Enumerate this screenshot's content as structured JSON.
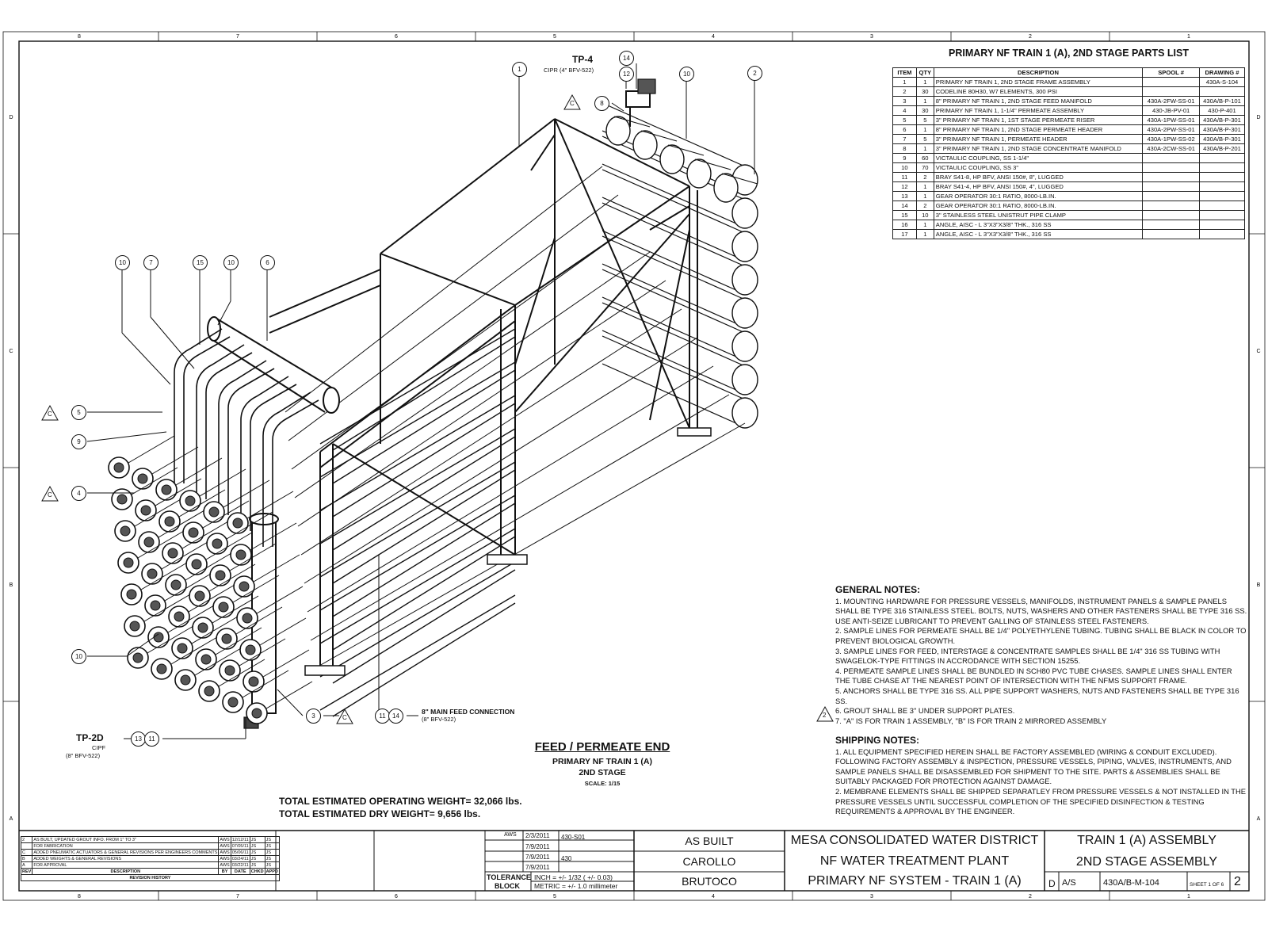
{
  "parts_list": {
    "title": "PRIMARY NF TRAIN 1 (A), 2ND STAGE PARTS LIST",
    "headers": [
      "ITEM",
      "QTY",
      "DESCRIPTION",
      "SPOOL #",
      "DRAWING #"
    ],
    "rows": [
      [
        "1",
        "1",
        "PRIMARY NF TRAIN 1, 2ND STAGE FRAME ASSEMBLY",
        "",
        "430A-S-104"
      ],
      [
        "2",
        "30",
        "CODELINE 80H30, W7 ELEMENTS, 300 PSI",
        "",
        ""
      ],
      [
        "3",
        "1",
        "8\" PRIMARY NF TRAIN 1, 2ND STAGE FEED MANIFOLD",
        "430A-2FW-SS-01",
        "430A/B-P-101"
      ],
      [
        "4",
        "30",
        "PRIMARY NF TRAIN 1, 1-1/4\" PERMEATE ASSEMBLY",
        "430-JB-PV-01",
        "430-P-401"
      ],
      [
        "5",
        "5",
        "3\" PRIMARY NF TRAIN 1, 1ST STAGE PERMEATE RISER",
        "430A-1PW-SS-01",
        "430A/B-P-301"
      ],
      [
        "6",
        "1",
        "8\" PRIMARY NF TRAIN 1, 2ND STAGE PERMEATE HEADER",
        "430A-2PW-SS-01",
        "430A/B-P-301"
      ],
      [
        "7",
        "5",
        "3\" PRIMARY NF TRAIN 1, PERMEATE HEADER",
        "430A-1PW-SS-02",
        "430A/B-P-301"
      ],
      [
        "8",
        "1",
        "3\" PRIMARY NF TRAIN 1, 2ND STAGE CONCENTRATE MANIFOLD",
        "430A-2CW-SS-01",
        "430A/B-P-201"
      ],
      [
        "9",
        "60",
        "VICTAULIC COUPLING, SS 1-1/4\"",
        "",
        ""
      ],
      [
        "10",
        "70",
        "VICTAULIC COUPLING, SS 3\"",
        "",
        ""
      ],
      [
        "11",
        "2",
        "BRAY S41-8, HP BFV, ANSI 150#, 8\", LUGGED",
        "",
        ""
      ],
      [
        "12",
        "1",
        "BRAY S41-4, HP BFV, ANSI 150#, 4\", LUGGED",
        "",
        ""
      ],
      [
        "13",
        "1",
        "GEAR OPERATOR 30:1 RATIO, 8000-LB.IN.",
        "",
        ""
      ],
      [
        "14",
        "2",
        "GEAR OPERATOR 30:1 RATIO, 8000-LB.IN.",
        "",
        ""
      ],
      [
        "15",
        "10",
        "3\" STAINLESS STEEL UNISTRUT PIPE CLAMP",
        "",
        ""
      ],
      [
        "16",
        "1",
        "ANGLE, AISC - L 3\"X3\"X3/8\" THK., 316 SS",
        "",
        ""
      ],
      [
        "17",
        "1",
        "ANGLE, AISC - L 3\"X3\"X3/8\" THK., 316 SS",
        "",
        ""
      ]
    ]
  },
  "general_notes": {
    "title": "GENERAL NOTES:",
    "items": [
      "1. MOUNTING HARDWARE FOR PRESSURE VESSELS, MANIFOLDS, INSTRUMENT PANELS & SAMPLE PANELS SHALL BE TYPE 316 STAINLESS STEEL.  BOLTS, NUTS, WASHERS AND OTHER FASTENERS SHALL BE TYPE 316 SS.  USE ANTI-SEIZE LUBRICANT TO PREVENT GALLING OF STAINLESS STEEL FASTENERS.",
      "2. SAMPLE LINES FOR PERMEATE SHALL BE 1/4\" POLYETHYLENE TUBING.  TUBING SHALL BE BLACK IN COLOR TO PREVENT BIOLOGICAL GROWTH.",
      "3. SAMPLE LINES FOR FEED, INTERSTAGE & CONCENTRATE SAMPLES SHALL BE 1/4\" 316 SS TUBING WITH SWAGELOK-TYPE FITTINGS IN ACCRODANCE WITH SECTION 15255.",
      "4. PERMEATE SAMPLE LINES SHALL BE BUNDLED IN SCH80 PVC TUBE CHASES.  SAMPLE LINES SHALL ENTER THE TUBE CHASE AT THE NEAREST POINT OF INTERSECTION WITH THE NFMS SUPPORT FRAME.",
      "5. ANCHORS SHALL BE TYPE 316 SS.  ALL PIPE SUPPORT WASHERS, NUTS AND FASTENERS SHALL BE TYPE 316 SS.",
      "6. GROUT SHALL BE 3\" UNDER SUPPORT PLATES.",
      "7. \"A\" IS FOR TRAIN 1 ASSEMBLY, \"B\" IS FOR TRAIN 2 MIRRORED ASSEMBLY"
    ]
  },
  "shipping_notes": {
    "title": "SHIPPING NOTES:",
    "items": [
      "1. ALL EQUIPMENT SPECIFIED HEREIN SHALL BE FACTORY ASSEMBLED (WIRING & CONDUIT EXCLUDED). FOLLOWING FACTORY ASSEMBLY & INSPECTION, PRESSURE VESSELS, PIPING, VALVES, INSTRUMENTS, AND SAMPLE PANELS SHALL BE DISASSEMBLED FOR SHIPMENT TO THE SITE.  PARTS & ASSEMBLIES SHALL BE SUITABLY PACKAGED FOR PROTECTION AGAINST DAMAGE.",
      "2. MEMBRANE ELEMENTS SHALL BE SHIPPED SEPARATLEY FROM PRESSURE VESSELS & NOT INSTALLED IN THE PRESSURE VESSELS UNTIL SUCCESSFUL COMPLETION OF THE SPECIFIED DISINFECTION & TESTING REQUIREMENTS & APPROVAL BY THE ENGINEER."
    ]
  },
  "view": {
    "title": "FEED / PERMEATE END",
    "subtitle1": "PRIMARY NF TRAIN 1 (A)",
    "subtitle2": "2ND STAGE",
    "scale": "SCALE: 1/15"
  },
  "weights": {
    "operating": "TOTAL ESTIMATED OPERATING WEIGHT= 32,066 lbs.",
    "dry": "TOTAL ESTIMATED DRY WEIGHT= 9,656 lbs."
  },
  "callouts": {
    "tp4": "TP-4",
    "tp4_sub": "CIPR (4\" BFV-522)",
    "tp2d": "TP-2D",
    "tp2d_sub1": "CIPF",
    "tp2d_sub2": "(8\" BFV-522)",
    "main_feed": "8\" MAIN FEED CONNECTION",
    "main_feed_sub": "(8\" BFV-522)",
    "rev_c": "C",
    "rev_2": "2"
  },
  "balloons": [
    {
      "n": "1"
    },
    {
      "n": "12"
    },
    {
      "n": "14"
    },
    {
      "n": "8"
    },
    {
      "n": "10"
    },
    {
      "n": "2"
    },
    {
      "n": "10"
    },
    {
      "n": "7"
    },
    {
      "n": "15"
    },
    {
      "n": "10"
    },
    {
      "n": "6"
    },
    {
      "n": "5"
    },
    {
      "n": "9"
    },
    {
      "n": "4"
    },
    {
      "n": "10"
    },
    {
      "n": "3"
    },
    {
      "n": "11"
    },
    {
      "n": "14"
    },
    {
      "n": "13"
    },
    {
      "n": "11"
    }
  ],
  "grid": {
    "cols": [
      "8",
      "7",
      "6",
      "5",
      "4",
      "3",
      "2",
      "1"
    ],
    "rows": [
      "D",
      "C",
      "B",
      "A"
    ]
  },
  "revisions": {
    "rows": [
      [
        "2",
        "AS BUILT, UPDATED GROUT INFO. FROM 1\" TO 3\"",
        "AWS",
        "12/12/11",
        "JS",
        "JS"
      ],
      [
        "",
        "FOR FABRICATION",
        "AWS",
        "07/05/11",
        "JS",
        "JS"
      ],
      [
        "C",
        "ADDED PNEUMATIC ACTUATORS & GENERAL REVISIONS PER ENGINEERS COMMENTS",
        "AWS",
        "05/06/11",
        "JS",
        "JS"
      ],
      [
        "B",
        "ADDED WEIGHTS & GENERAL REVISIONS",
        "AWS",
        "03/24/11",
        "JS",
        "JS"
      ],
      [
        "A",
        "FOR APPROVAL",
        "AWS",
        "03/22/11",
        "JS",
        "JS"
      ]
    ],
    "headers": [
      "REV",
      "DESCRIPTION",
      "BY",
      "DATE",
      "CHKD",
      "APPD"
    ],
    "label": "REVISION HISTORY"
  },
  "title_block": {
    "drawn": "AWS",
    "date1": "2/3/2011",
    "dwg": "430-S01",
    "date2": "7/9/2011",
    "date3": "7/9/2011",
    "job": "430",
    "date4": "7/9/2011",
    "tolerance_label1": "TOLERANCE",
    "tolerance_label2": "BLOCK",
    "inch": "INCH = +/- 1/32 ( +/- 0.03)",
    "metric": "METRIC = +/- 1.0 millimeter",
    "status": "AS BUILT",
    "engineer": "CAROLLO",
    "contractor": "BRUTOCO",
    "project1": "MESA CONSOLIDATED WATER DISTRICT",
    "project2": "NF WATER TREATMENT PLANT",
    "project3": "PRIMARY NF SYSTEM - TRAIN 1 (A)",
    "title1": "TRAIN 1 (A) ASSEMBLY",
    "title2": "2ND STAGE ASSEMBLY",
    "size": "D",
    "scale": "A/S",
    "drawing_no": "430A/B-M-104",
    "sheet": "SHEET 1 OF 6",
    "rev": "2"
  }
}
